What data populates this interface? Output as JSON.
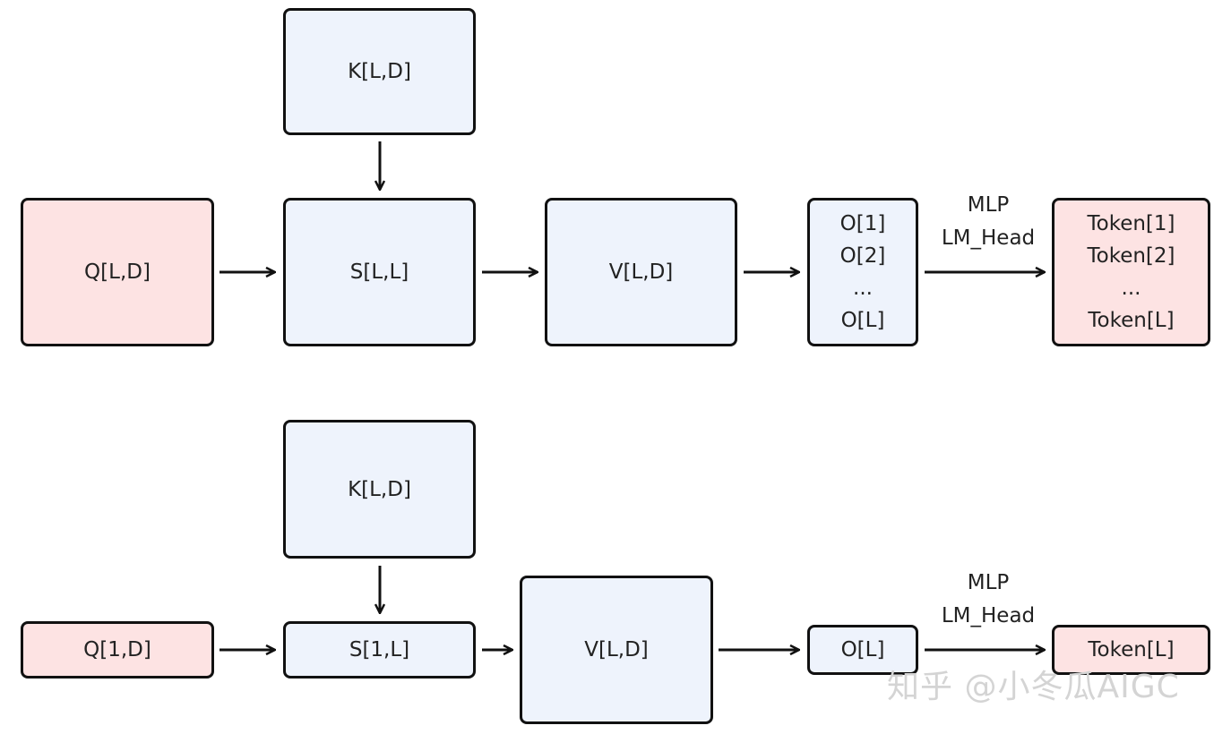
{
  "top_row": {
    "k": "K[L,D]",
    "q": "Q[L,D]",
    "s": "S[L,L]",
    "v": "V[L,D]",
    "o_lines": [
      "O[1]",
      "O[2]",
      "...",
      "O[L]"
    ],
    "arrow_label": [
      "MLP",
      "LM_Head"
    ],
    "token_lines": [
      "Token[1]",
      "Token[2]",
      "...",
      "Token[L]"
    ]
  },
  "bottom_row": {
    "k": "K[L,D]",
    "q": "Q[1,D]",
    "s": "S[1,L]",
    "v": "V[L,D]",
    "o": "O[L]",
    "arrow_label": [
      "MLP",
      "LM_Head"
    ],
    "token": "Token[L]"
  },
  "watermark": "知乎 @小冬瓜AIGC",
  "colors": {
    "query_token_fill": "#fde3e3",
    "tensor_fill": "#eef3fc",
    "stroke": "#111111"
  }
}
